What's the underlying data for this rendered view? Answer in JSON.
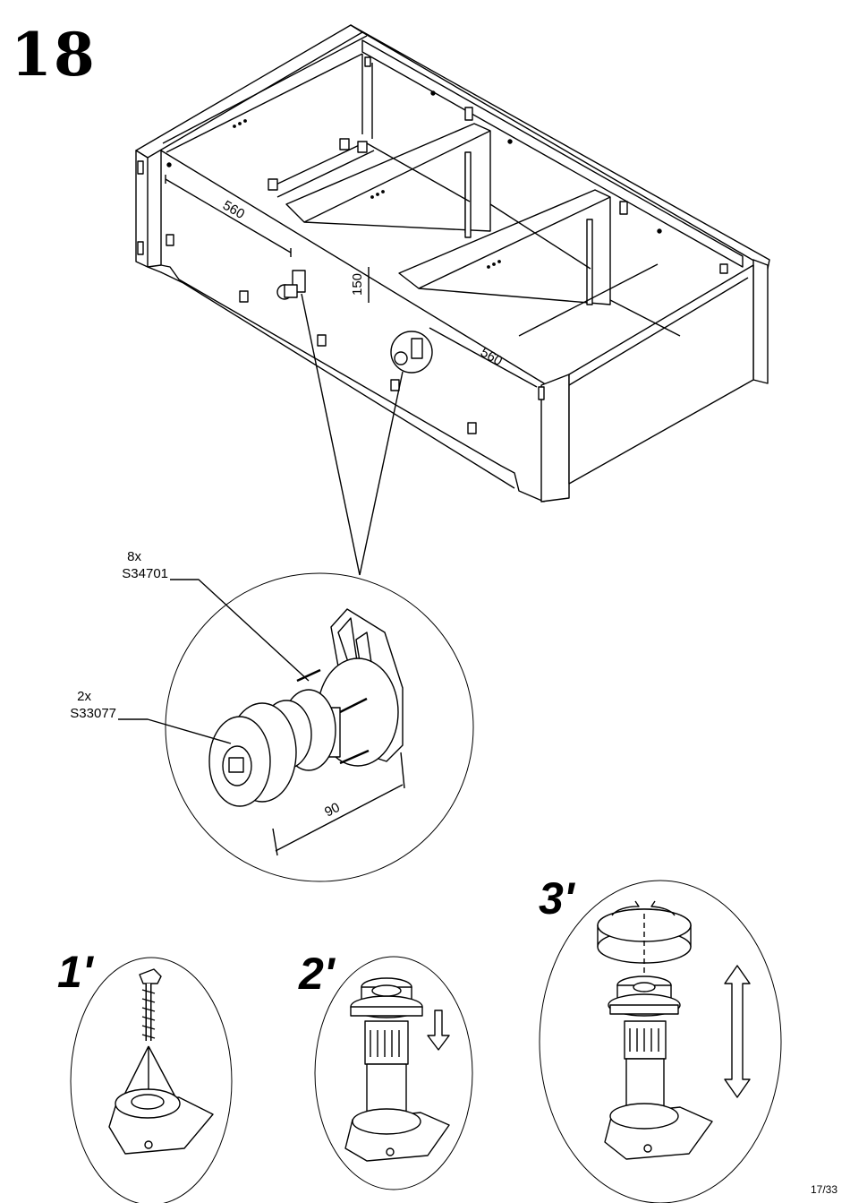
{
  "step": {
    "number": "18"
  },
  "dimensions": {
    "front_length": "560",
    "rear_length": "560",
    "height": "150",
    "foot_height": "90"
  },
  "parts": [
    {
      "quantity": "8x",
      "code": "S34701"
    },
    {
      "quantity": "2x",
      "code": "S33077"
    }
  ],
  "substeps": [
    {
      "label": "1'"
    },
    {
      "label": "2'"
    },
    {
      "label": "3'"
    }
  ],
  "page": {
    "number": "17/33"
  }
}
